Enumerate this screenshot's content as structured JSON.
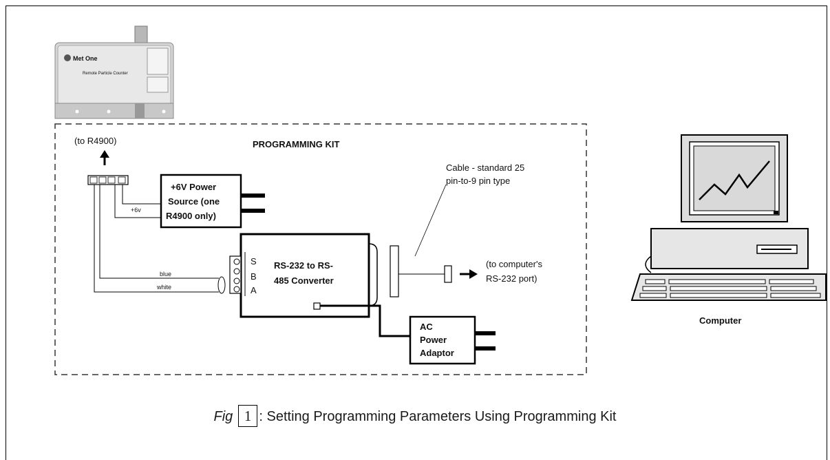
{
  "figure": {
    "kit_title": "PROGRAMMING KIT",
    "to_r4900": "(to R4900)",
    "power_source": [
      "+6V Power",
      "Source (one",
      "R4900 only)"
    ],
    "v6_label": "+6v",
    "converter": [
      "RS-232 to RS-",
      "485 Converter"
    ],
    "terminal_letters": [
      "S",
      "B",
      "A"
    ],
    "wire_blue": "blue",
    "wire_white": "white",
    "cable_note": [
      "Cable - standard 25",
      "pin-to-9 pin type"
    ],
    "to_computer": [
      "(to computer's",
      "RS-232 port)"
    ],
    "ac_adaptor": [
      "AC",
      "Power",
      "Adaptor"
    ],
    "computer_label": "Computer",
    "device_brand": "Met One",
    "device_subtitle": "Remote Particle Counter"
  },
  "caption": {
    "fig": "Fig",
    "number": "1",
    "separator": ":",
    "text": " Setting Programming Parameters Using Programming Kit"
  }
}
